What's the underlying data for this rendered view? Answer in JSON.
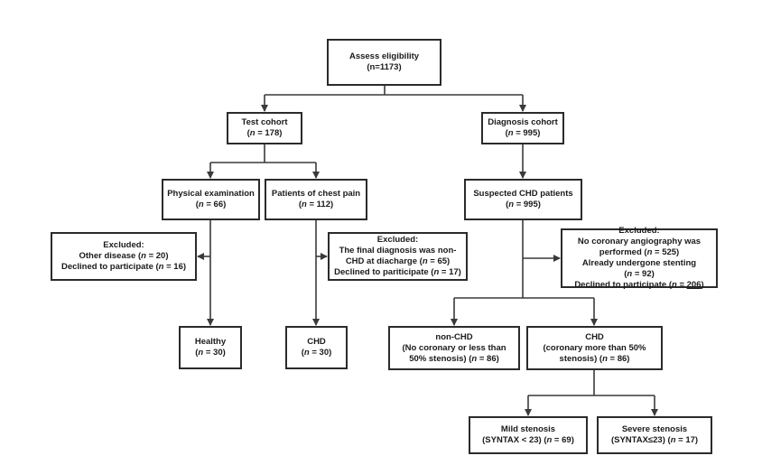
{
  "flowchart": {
    "assess": {
      "title": "Assess eligibility",
      "count": "(n=1173)"
    },
    "test_cohort": {
      "title": "Test cohort",
      "n_open": "(",
      "n_label": "n",
      "n_value": " = 178)"
    },
    "diagnosis_cohort": {
      "title": "Diagnosis cohort",
      "n_open": "(",
      "n_label": "n",
      "n_value": " = 995)"
    },
    "physical_exam": {
      "title": "Physical examination",
      "n_open": "(",
      "n_label": "n",
      "n_value": " = 66)"
    },
    "chest_pain": {
      "title": "Patients of chest pain",
      "n_open": "(",
      "n_label": "n",
      "n_value": " = 112)"
    },
    "suspected_chd": {
      "title": "Suspected CHD patients",
      "n_open": "(",
      "n_label": "n",
      "n_value": " = 995)"
    },
    "excluded_physical": {
      "title": "Excluded:",
      "line1_text": "Other disease (",
      "line1_n": "n",
      "line1_value": " = 20)",
      "line2_text": "Declined to participate (",
      "line2_n": "n",
      "line2_value": " = 16)"
    },
    "excluded_chest": {
      "title": "Excluded:",
      "line1": "The final diagnosis was non-",
      "line2_text": "CHD at diacharge (",
      "line2_n": "n",
      "line2_value": " = 65)",
      "line3_text": "Declined to pariticipate (",
      "line3_n": "n",
      "line3_value": " = 17)"
    },
    "excluded_diag": {
      "title": "Excluded:",
      "line1": "No coronary angiography was",
      "line2_text": "performed (",
      "line2_n": "n",
      "line2_value": " = 525)",
      "line3": "Already undergone stenting",
      "line4_open": "(",
      "line4_n": "n",
      "line4_value": " = 92)",
      "line5_text": "Declined to participate (",
      "line5_n": "n",
      "line5_eq": " = ",
      "line5_value": "206",
      "line5_close": ")"
    },
    "healthy": {
      "title": "Healthy",
      "n_open": "(",
      "n_label": "n",
      "n_value": " = 30)"
    },
    "chd_test": {
      "title": "CHD",
      "n_open": "(",
      "n_label": "n",
      "n_value": " = 30)"
    },
    "non_chd": {
      "title": "non-CHD",
      "line1": "(No coronary or less than",
      "line2_text": "50% stenosis)   (",
      "line2_n": "n",
      "line2_value": " = 86)"
    },
    "chd_diag": {
      "title": "CHD",
      "line1": "(coronary more than 50%",
      "line2_text": "stenosis)   (",
      "line2_n": "n",
      "line2_value": " = 86)"
    },
    "mild": {
      "title": "Mild stenosis",
      "line1_text": "(SYNTAX < 23)   (",
      "line1_n": "n",
      "line1_value": " = 69)"
    },
    "severe": {
      "title": "Severe stenosis",
      "line1_text": "(SYNTAX≤23)   (",
      "line1_n": "n",
      "line1_value": " = 17)"
    }
  },
  "colors": {
    "border": "#2b2b2b",
    "line": "#3a3a3a",
    "text": "#1a1a1a",
    "background": "#ffffff"
  }
}
